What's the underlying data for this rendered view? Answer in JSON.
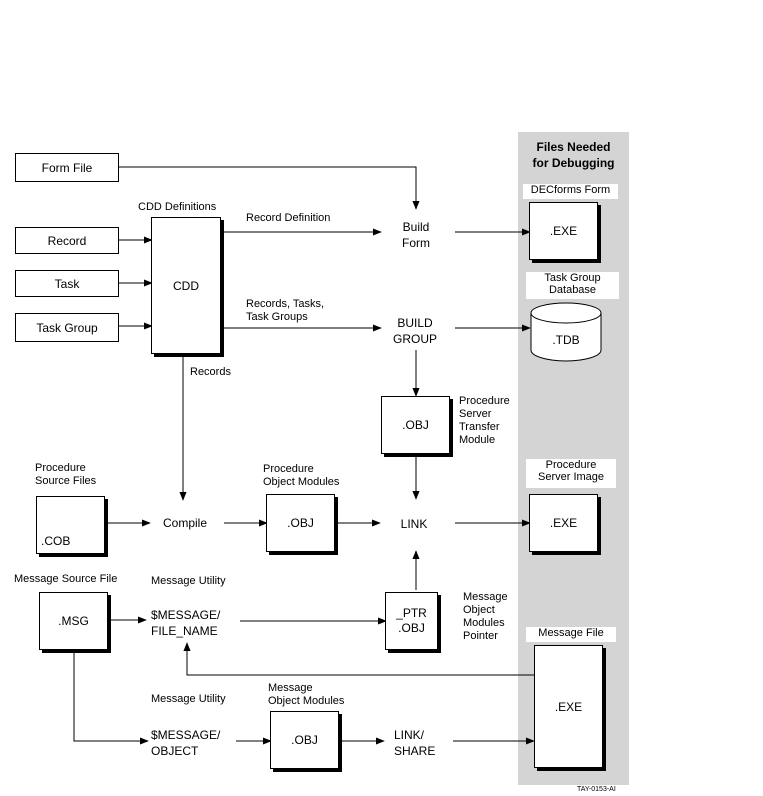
{
  "panel": {
    "title": "Files Needed\nfor Debugging",
    "decforms_form": "DECforms Form",
    "task_group_database": "Task Group\nDatabase",
    "procedure_server_image": "Procedure\nServer Image",
    "message_file": "Message File"
  },
  "inputs": {
    "form_file": "Form File",
    "record": "Record",
    "task": "Task",
    "task_group": "Task Group"
  },
  "cdd": {
    "heading": "CDD Definitions",
    "box": "CDD"
  },
  "flows": {
    "record_definition": "Record Definition",
    "records_tasks_groups": "Records, Tasks,\nTask Groups",
    "records": "Records"
  },
  "steps": {
    "build_form": "Build\nForm",
    "build_group": "BUILD\nGROUP",
    "compile": "Compile",
    "link": "LINK",
    "message_file_name": "$MESSAGE/\nFILE_NAME",
    "message_object": "$MESSAGE/\nOBJECT",
    "link_share": "LINK/\nSHARE"
  },
  "files": {
    "form_exe": ".EXE",
    "tdb": ".TDB",
    "ps_transfer_obj": ".OBJ",
    "proc_obj": ".OBJ",
    "server_exe": ".EXE",
    "cob": ".COB",
    "msg": ".MSG",
    "ptr_obj": "_PTR\n.OBJ",
    "msg_obj": ".OBJ",
    "message_exe": ".EXE"
  },
  "labels": {
    "ps_transfer_module": "Procedure\nServer\nTransfer\nModule",
    "procedure_source_files": "Procedure\nSource Files",
    "procedure_object_modules": "Procedure\nObject Modules",
    "message_source_file": "Message Source File",
    "message_utility_1": "Message Utility",
    "message_utility_2": "Message Utility",
    "message_object_modules_pointer": "Message\nObject\nModules\nPointer",
    "message_object_modules": "Message\nObject Modules"
  },
  "footer": {
    "code": "TAY-0153-AI"
  },
  "colors": {
    "panel": "#d4d4d4",
    "line": "#000000",
    "background": "#ffffff"
  }
}
